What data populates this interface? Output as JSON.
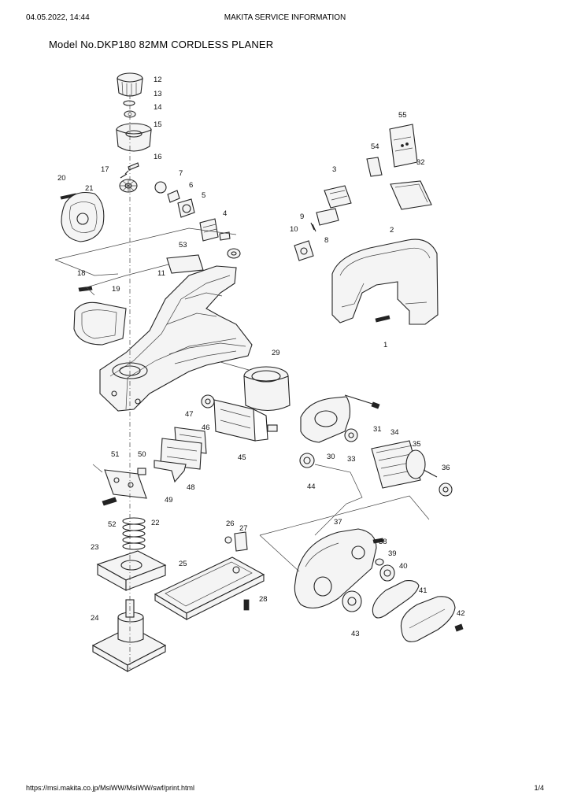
{
  "header": {
    "timestamp": "04.05.2022, 14:44",
    "site_title": "MAKITA SERVICE INFORMATION"
  },
  "title": "Model No.DKP180 82MM CORDLESS PLANER",
  "footer": {
    "url": "https://msi.makita.co.jp/MsiWW/MsiWW/swf/print.html",
    "page": "1/4"
  },
  "part_numbers": [
    {
      "id": "1",
      "text": "1"
    },
    {
      "id": "2",
      "text": "2"
    },
    {
      "id": "3",
      "text": "3"
    },
    {
      "id": "4",
      "text": "4"
    },
    {
      "id": "5",
      "text": "5"
    },
    {
      "id": "6",
      "text": "6"
    },
    {
      "id": "7",
      "text": "7"
    },
    {
      "id": "8",
      "text": "8"
    },
    {
      "id": "9",
      "text": "9"
    },
    {
      "id": "10",
      "text": "10"
    },
    {
      "id": "11",
      "text": "11"
    },
    {
      "id": "12",
      "text": "12"
    },
    {
      "id": "13",
      "text": "13"
    },
    {
      "id": "14",
      "text": "14"
    },
    {
      "id": "15",
      "text": "15"
    },
    {
      "id": "16",
      "text": "16"
    },
    {
      "id": "17",
      "text": "17"
    },
    {
      "id": "18",
      "text": "18"
    },
    {
      "id": "19",
      "text": "19"
    },
    {
      "id": "20",
      "text": "20"
    },
    {
      "id": "21",
      "text": "21"
    },
    {
      "id": "22",
      "text": "22"
    },
    {
      "id": "23",
      "text": "23"
    },
    {
      "id": "24",
      "text": "24"
    },
    {
      "id": "25",
      "text": "25"
    },
    {
      "id": "26",
      "text": "26"
    },
    {
      "id": "27",
      "text": "27"
    },
    {
      "id": "28",
      "text": "28"
    },
    {
      "id": "29",
      "text": "29"
    },
    {
      "id": "30",
      "text": "30"
    },
    {
      "id": "31",
      "text": "31"
    },
    {
      "id": "32",
      "text": "32"
    },
    {
      "id": "33",
      "text": "33"
    },
    {
      "id": "34",
      "text": "34"
    },
    {
      "id": "35",
      "text": "35"
    },
    {
      "id": "36",
      "text": "36"
    },
    {
      "id": "37",
      "text": "37"
    },
    {
      "id": "38",
      "text": "38"
    },
    {
      "id": "39",
      "text": "39"
    },
    {
      "id": "40",
      "text": "40"
    },
    {
      "id": "41",
      "text": "41"
    },
    {
      "id": "42",
      "text": "42"
    },
    {
      "id": "43",
      "text": "43"
    },
    {
      "id": "44",
      "text": "44"
    },
    {
      "id": "45",
      "text": "45"
    },
    {
      "id": "46",
      "text": "46"
    },
    {
      "id": "47",
      "text": "47"
    },
    {
      "id": "48",
      "text": "48"
    },
    {
      "id": "49",
      "text": "49"
    },
    {
      "id": "50",
      "text": "50"
    },
    {
      "id": "51",
      "text": "51"
    },
    {
      "id": "52",
      "text": "52"
    },
    {
      "id": "53",
      "text": "53"
    },
    {
      "id": "54",
      "text": "54"
    },
    {
      "id": "55",
      "text": "55"
    }
  ]
}
